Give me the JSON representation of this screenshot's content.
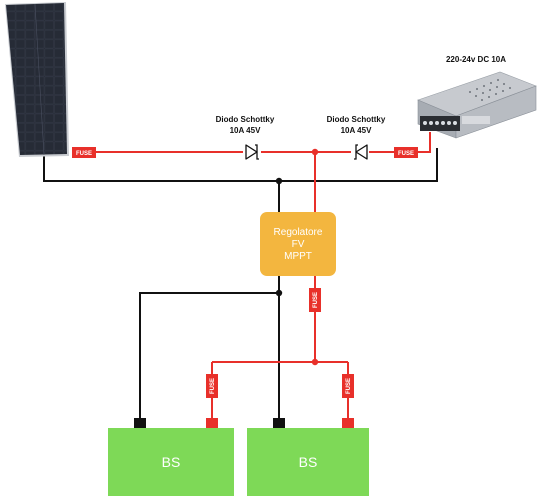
{
  "power_supply": {
    "label": "220-24v DC 10A"
  },
  "diodes": [
    {
      "label_line1": "Diodo Schottky",
      "label_line2": "10A 45V"
    },
    {
      "label_line1": "Diodo Schottky",
      "label_line2": "10A 45V"
    }
  ],
  "fuse_label": "FUSE",
  "regulator": {
    "line1": "Regolatore",
    "line2": "FV",
    "line3": "MPPT"
  },
  "batteries": [
    {
      "label": "BS"
    },
    {
      "label": "BS"
    }
  ],
  "colors": {
    "positive_wire": "#e8302a",
    "negative_wire": "#111111",
    "fuse": "#e8302a",
    "regulator": "#f3b63f",
    "battery": "#7ed957",
    "solar_panel": "#1e232c"
  }
}
